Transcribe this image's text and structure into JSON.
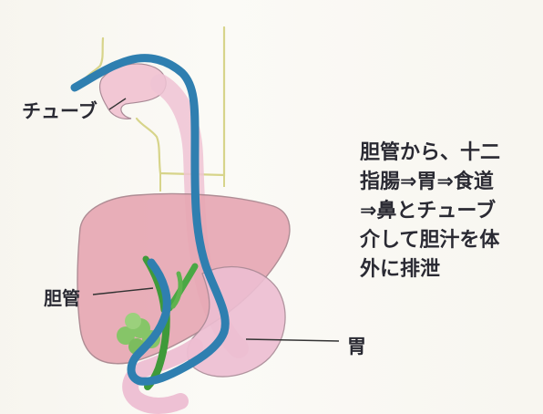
{
  "labels": {
    "tube": "チューブ",
    "bile_duct": "胆管",
    "stomach": "胃"
  },
  "caption_lines": [
    "胆管から、十二",
    "指腸⇒胃⇒食道",
    "⇒鼻とチューブ",
    "介して胆汁を体",
    "外に排泄"
  ],
  "colors": {
    "tube": "#2f7fb0",
    "liver": "#e7a8b4",
    "stomach_duodenum": "#edbed2",
    "bile_duct": "#3f9a3a",
    "gallbladder": "#86c568",
    "head_outline": "#d7d48a",
    "text": "#2a2a33"
  }
}
